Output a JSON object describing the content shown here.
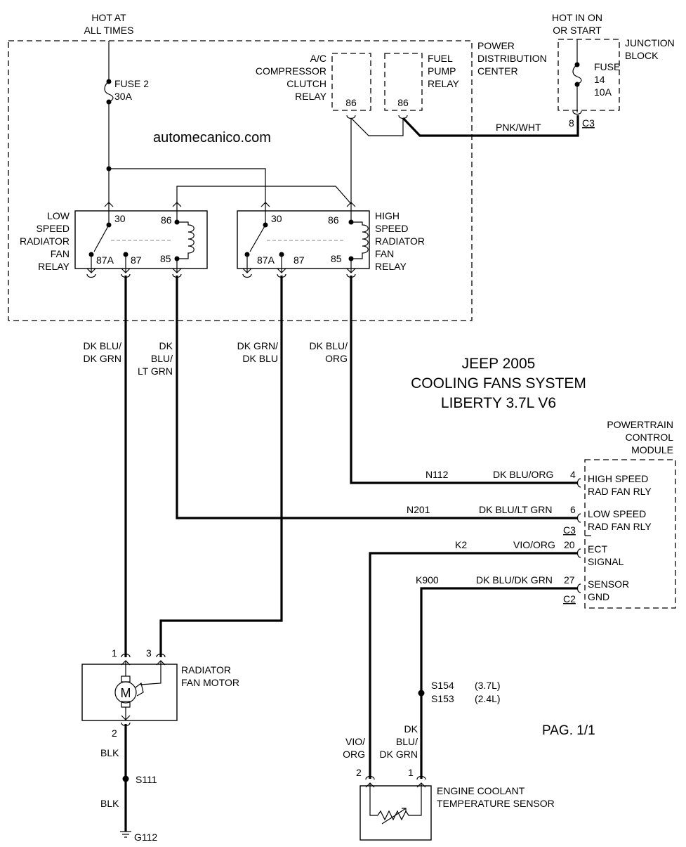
{
  "title": {
    "line1": "JEEP 2005",
    "line2": "COOLING FANS SYSTEM",
    "line3": "LIBERTY 3.7L V6"
  },
  "watermark": "automecanico.com",
  "page_label": "PAG. 1/1",
  "power": {
    "hot_at_all_times": [
      "HOT AT",
      "ALL TIMES"
    ],
    "fuse2": [
      "FUSE 2",
      "30A"
    ],
    "hot_in_on": [
      "HOT IN ON",
      "OR START"
    ],
    "fuse14": [
      "FUSE",
      "14",
      "10A"
    ],
    "junction_block": [
      "JUNCTION",
      "BLOCK"
    ],
    "jb_pin": "8",
    "jb_conn": "C3"
  },
  "pdc": {
    "label": [
      "POWER",
      "DISTRIBUTION",
      "CENTER"
    ],
    "ac_relay": {
      "label": [
        "A/C",
        "COMPRESSOR",
        "CLUTCH",
        "RELAY"
      ],
      "pin": "86"
    },
    "fuel_relay": {
      "label": [
        "FUEL",
        "PUMP",
        "RELAY"
      ],
      "pin": "86"
    },
    "pnk_wire": "PNK/WHT"
  },
  "low_relay": {
    "label": [
      "LOW",
      "SPEED",
      "RADIATOR",
      "FAN",
      "RELAY"
    ],
    "pins": {
      "p30": "30",
      "p86": "86",
      "p87a": "87A",
      "p87": "87",
      "p85": "85"
    }
  },
  "high_relay": {
    "label": [
      "HIGH",
      "SPEED",
      "RADIATOR",
      "FAN",
      "RELAY"
    ],
    "pins": {
      "p30": "30",
      "p86": "86",
      "p87a": "87A",
      "p87": "87",
      "p85": "85"
    }
  },
  "wires": {
    "w1": [
      "DK BLU/",
      "DK GRN"
    ],
    "w2": [
      "DK",
      "BLU/",
      "LT GRN"
    ],
    "w3": [
      "DK GRN/",
      "DK BLU"
    ],
    "w4": [
      "DK BLU/",
      "ORG"
    ],
    "blk1": "BLK",
    "blk2": "BLK",
    "vio_org": [
      "VIO/",
      "ORG"
    ],
    "dk_blu_dk_grn": [
      "DK",
      "BLU/",
      "DK GRN"
    ]
  },
  "pcm": {
    "label": [
      "POWERTRAIN",
      "CONTROL",
      "MODULE"
    ],
    "rows": [
      {
        "circuit": "N112",
        "color": "DK BLU/ORG",
        "pin": "4",
        "text": [
          "HIGH SPEED",
          "RAD FAN RLY"
        ]
      },
      {
        "circuit": "N201",
        "color": "DK BLU/LT GRN",
        "pin": "6",
        "text": [
          "LOW SPEED",
          "RAD FAN RLY"
        ]
      },
      {
        "circuit": "K2",
        "color": "VIO/ORG",
        "pin": "20",
        "text": [
          "ECT",
          "SIGNAL"
        ]
      },
      {
        "circuit": "K900",
        "color": "DK BLU/DK GRN",
        "pin": "27",
        "text": [
          "SENSOR",
          "GND"
        ]
      }
    ],
    "conn_c3": "C3",
    "conn_c2": "C2"
  },
  "motor": {
    "label": [
      "RADIATOR",
      "FAN MOTOR"
    ],
    "symbol": "M",
    "pin1": "1",
    "pin3": "3",
    "pin2": "2"
  },
  "splices": {
    "s111": "S111",
    "s154": "S154",
    "s154_note": "(3.7L)",
    "s153": "S153",
    "s153_note": "(2.4L)",
    "ground": "G112"
  },
  "sensor": {
    "label": [
      "ENGINE COOLANT",
      "TEMPERATURE SENSOR"
    ],
    "pin2": "2",
    "pin1": "1"
  }
}
